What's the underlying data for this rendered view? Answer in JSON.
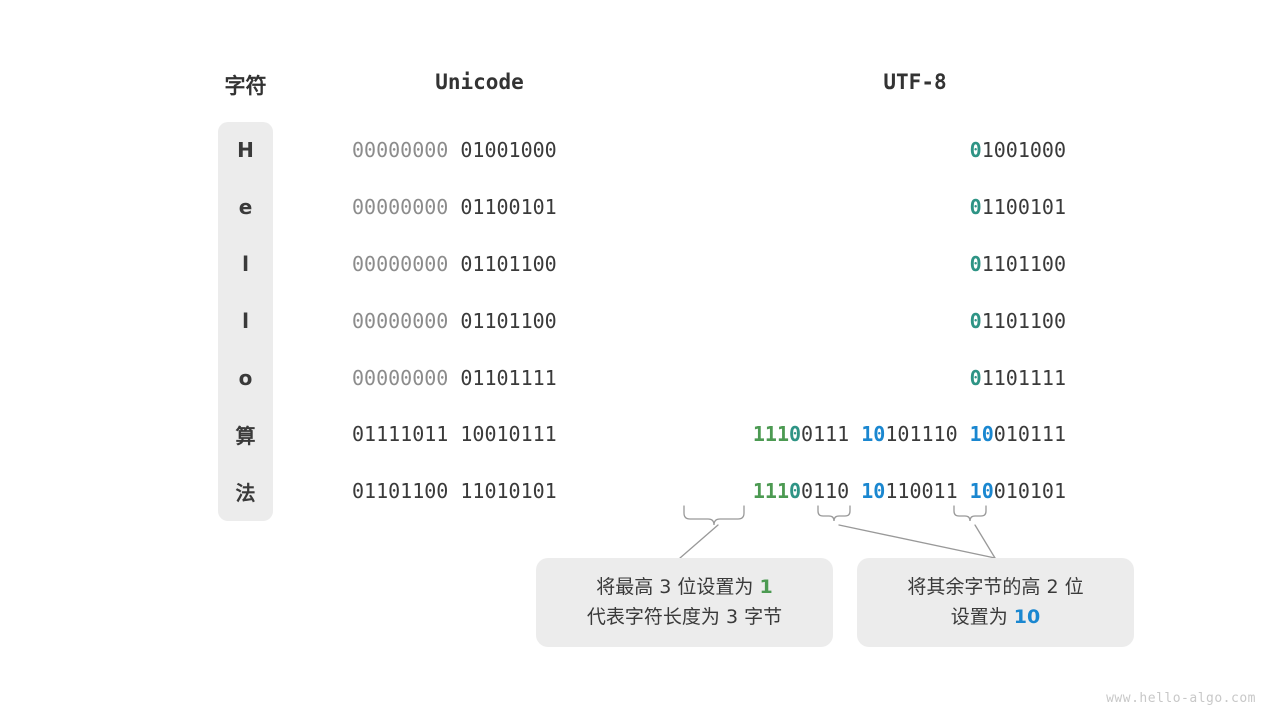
{
  "headers": {
    "character": "字符",
    "unicode": "Unicode",
    "utf8": "UTF-8"
  },
  "colors": {
    "green": "#4C9A52",
    "teal": "#2E9485",
    "blue": "#1A87D0",
    "dark": "#3A3A3A",
    "dim": "#8C8C8C",
    "pill_bg": "#ECECEC",
    "background": "#FFFFFF",
    "watermark": "#C8C8C8"
  },
  "rows": [
    {
      "character": "H",
      "unicode_high": "00000000",
      "unicode_low": "01001000",
      "utf8_parts": [
        {
          "text": "0",
          "color": "teal"
        },
        {
          "text": "1001000",
          "color": "dark"
        }
      ]
    },
    {
      "character": "e",
      "unicode_high": "00000000",
      "unicode_low": "01100101",
      "utf8_parts": [
        {
          "text": "0",
          "color": "teal"
        },
        {
          "text": "1100101",
          "color": "dark"
        }
      ]
    },
    {
      "character": "l",
      "unicode_high": "00000000",
      "unicode_low": "01101100",
      "utf8_parts": [
        {
          "text": "0",
          "color": "teal"
        },
        {
          "text": "1101100",
          "color": "dark"
        }
      ]
    },
    {
      "character": "l",
      "unicode_high": "00000000",
      "unicode_low": "01101100",
      "utf8_parts": [
        {
          "text": "0",
          "color": "teal"
        },
        {
          "text": "1101100",
          "color": "dark"
        }
      ]
    },
    {
      "character": "o",
      "unicode_high": "00000000",
      "unicode_low": "01101111",
      "utf8_parts": [
        {
          "text": "0",
          "color": "teal"
        },
        {
          "text": "1101111",
          "color": "dark"
        }
      ]
    },
    {
      "character": "算",
      "unicode_high": "01111011",
      "unicode_low": "10010111",
      "utf8_parts": [
        {
          "text": "111",
          "color": "green"
        },
        {
          "text": "0",
          "color": "teal"
        },
        {
          "text": "0111 ",
          "color": "dark"
        },
        {
          "text": "10",
          "color": "blue"
        },
        {
          "text": "101110 ",
          "color": "dark"
        },
        {
          "text": "10",
          "color": "blue"
        },
        {
          "text": "010111",
          "color": "dark"
        }
      ]
    },
    {
      "character": "法",
      "unicode_high": "01101100",
      "unicode_low": "11010101",
      "utf8_parts": [
        {
          "text": "111",
          "color": "green"
        },
        {
          "text": "0",
          "color": "teal"
        },
        {
          "text": "0110 ",
          "color": "dark"
        },
        {
          "text": "10",
          "color": "blue"
        },
        {
          "text": "110011 ",
          "color": "dark"
        },
        {
          "text": "10",
          "color": "blue"
        },
        {
          "text": "010101",
          "color": "dark"
        }
      ]
    }
  ],
  "callouts": {
    "left": {
      "line1_pre": "将最高 3 位设置为 ",
      "line1_num": "1",
      "line1_num_color": "green",
      "line2": "代表字符长度为 3 字节"
    },
    "right": {
      "line1": "将其余字节的高 2 位",
      "line2_pre": "设置为 ",
      "line2_num": "10",
      "line2_num_color": "blue"
    }
  },
  "watermark": "www.hello-algo.com"
}
